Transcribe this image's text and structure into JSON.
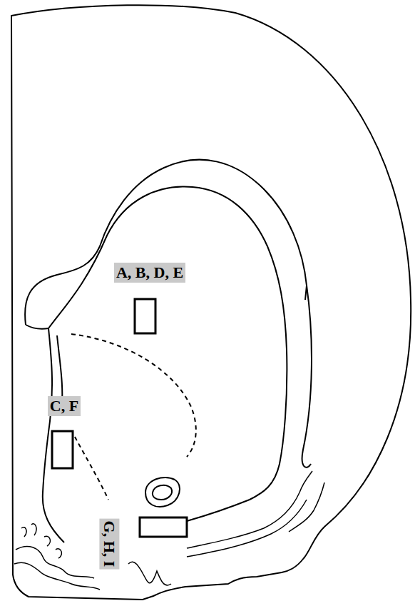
{
  "diagram": {
    "labels": [
      "A, B, D, E",
      "C, F",
      "G, H, I"
    ]
  }
}
